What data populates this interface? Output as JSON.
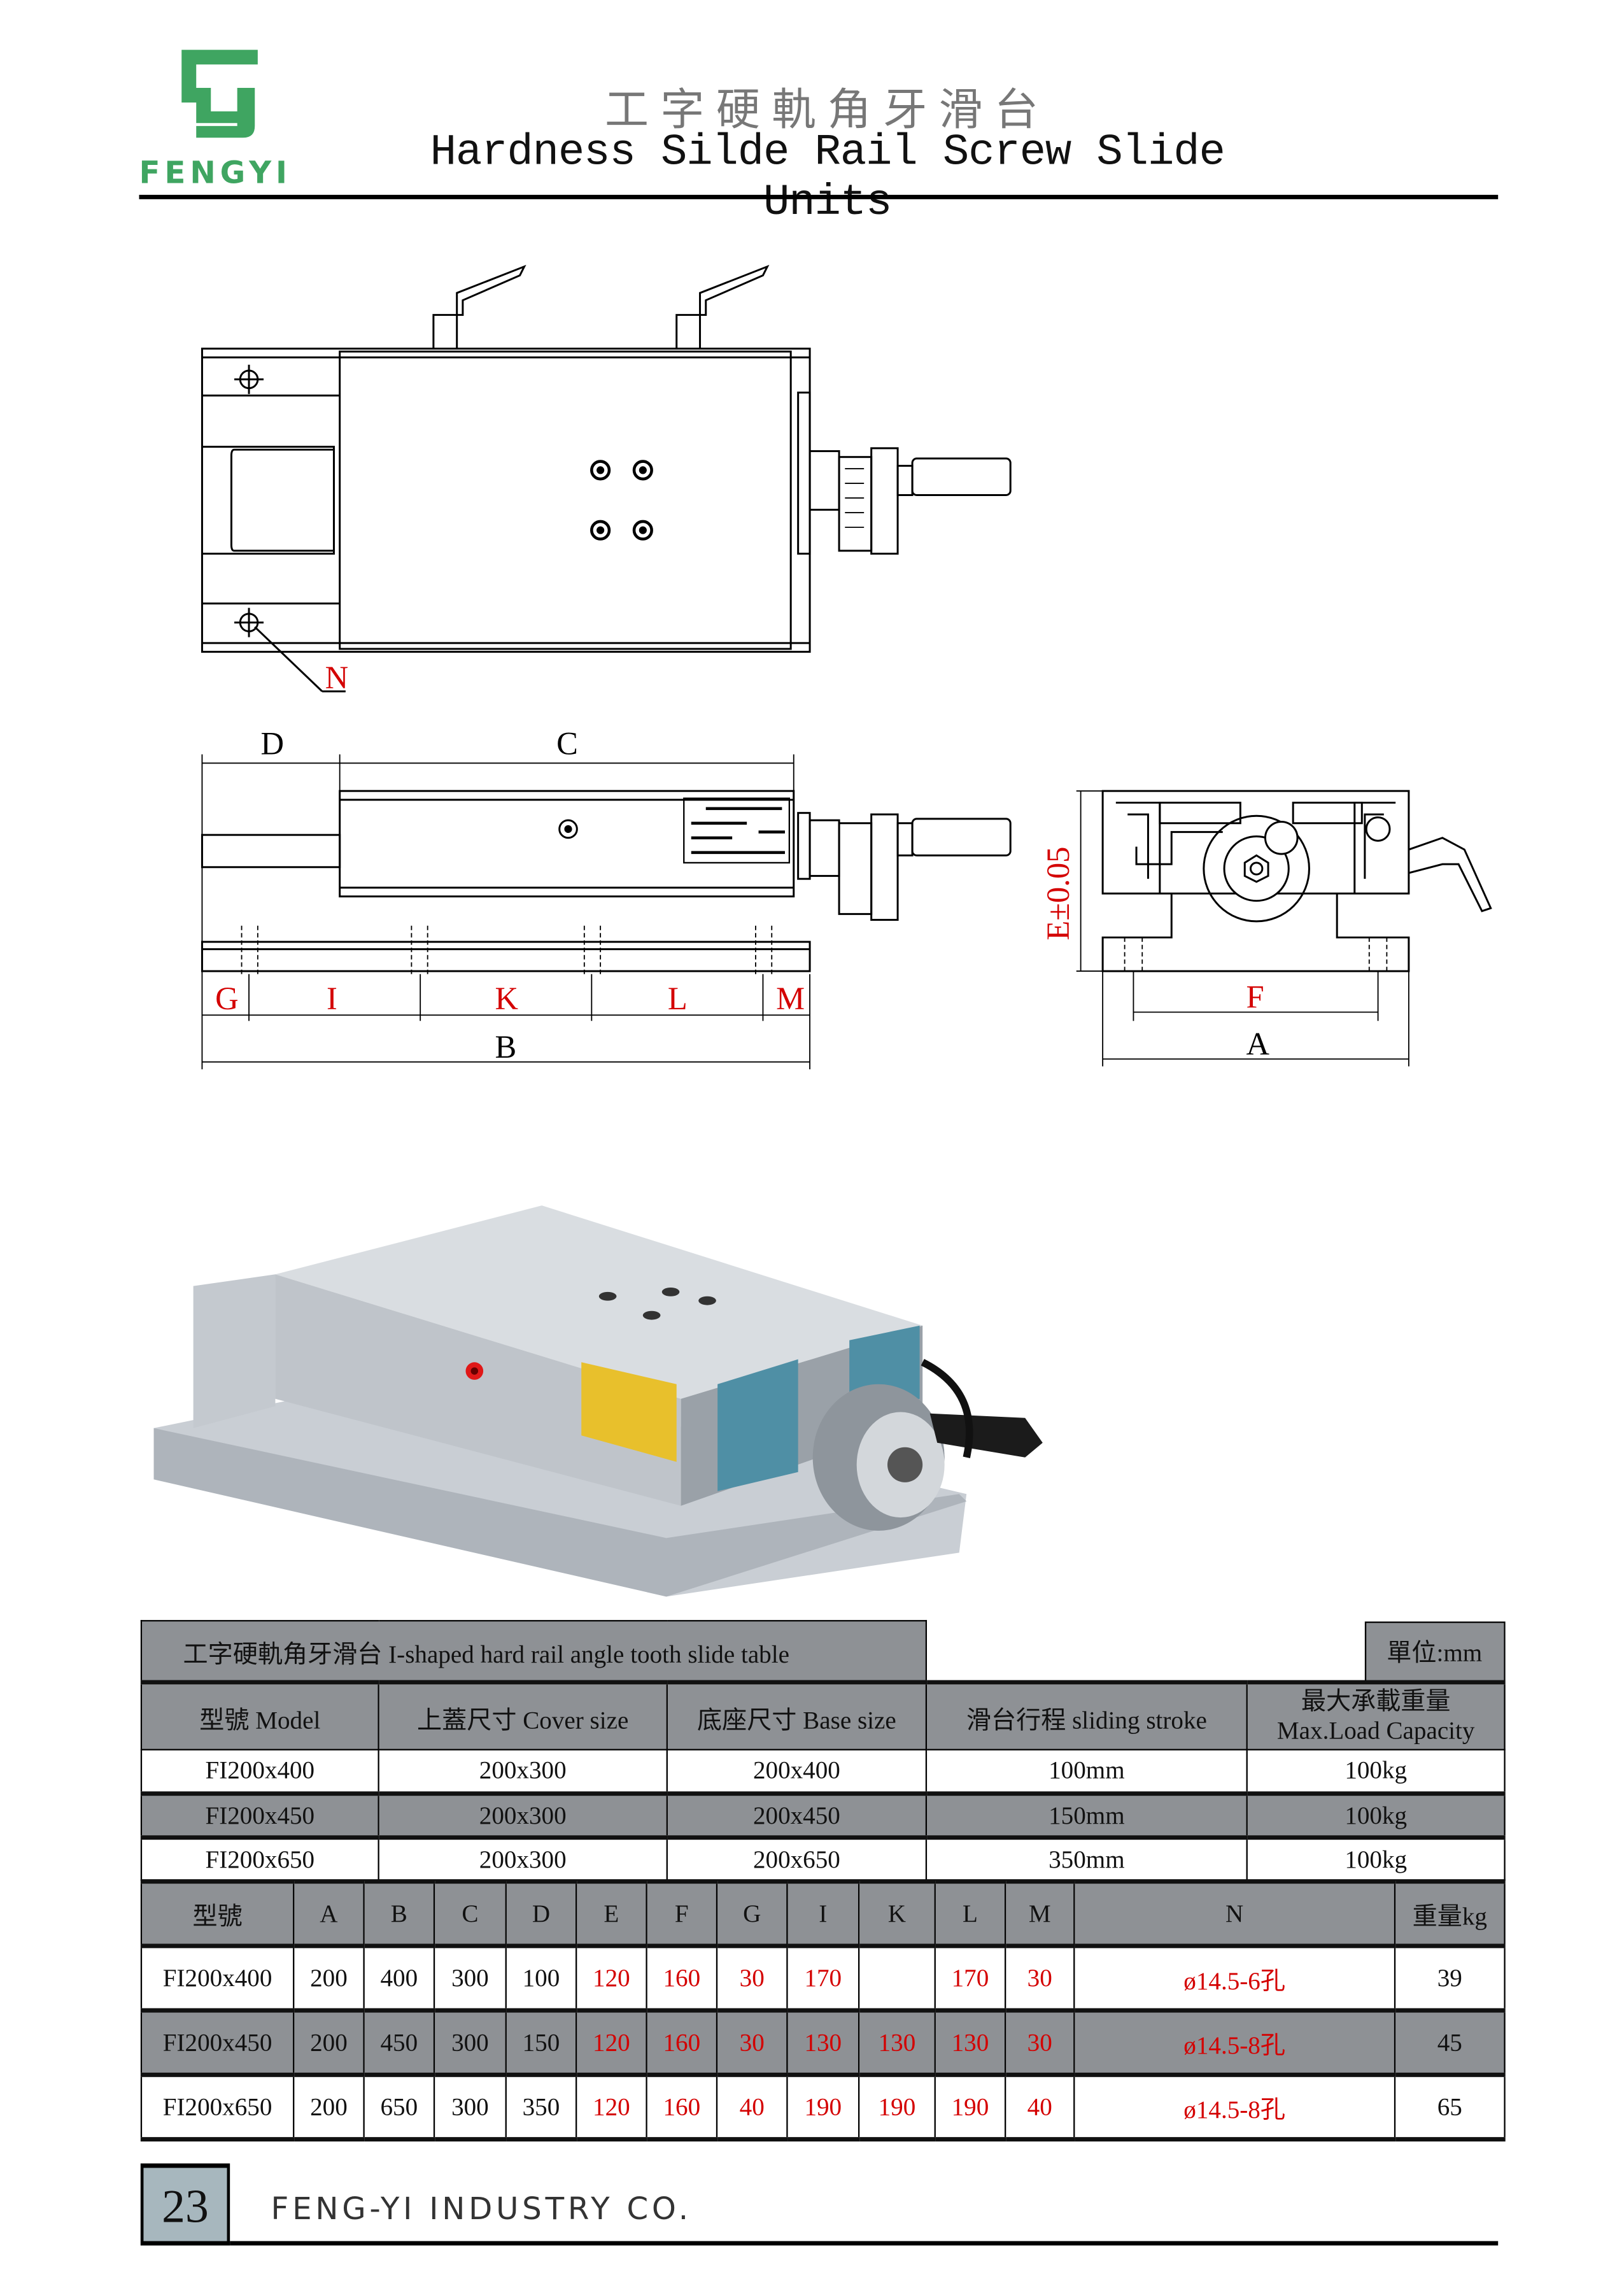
{
  "header": {
    "logo_text": "FENGYI",
    "logo_color": "#3fa561",
    "title_cn": "工字硬軌角牙滑台",
    "title_en": "Hardness Silde Rail Screw Slide Units"
  },
  "drawing": {
    "labels": {
      "N": "N",
      "D": "D",
      "C": "C",
      "G": "G",
      "I": "I",
      "K": "K",
      "L": "L",
      "M": "M",
      "B": "B",
      "E": "E±0.05",
      "F": "F",
      "A": "A"
    },
    "label_color": "#d40000"
  },
  "spec_table": {
    "title": "工字硬軌角牙滑台 I-shaped hard rail angle tooth slide table",
    "unit": "單位:mm",
    "headers": [
      "型號 Model",
      "上蓋尺寸 Cover size",
      "底座尺寸 Base size",
      "滑台行程 sliding stroke"
    ],
    "load_header_cn": "最大承載重量",
    "load_header_en": "Max.Load Capacity",
    "rows": [
      [
        "FI200x400",
        "200x300",
        "200x400",
        "100mm",
        "100kg"
      ],
      [
        "FI200x450",
        "200x300",
        "200x450",
        "150mm",
        "100kg"
      ],
      [
        "FI200x650",
        "200x300",
        "200x650",
        "350mm",
        "100kg"
      ]
    ]
  },
  "dim_table": {
    "headers": [
      "型號",
      "A",
      "B",
      "C",
      "D",
      "E",
      "F",
      "G",
      "I",
      "K",
      "L",
      "M",
      "N",
      "重量kg"
    ],
    "highlight_columns": [
      5,
      6,
      7,
      8,
      9,
      10,
      11,
      12
    ],
    "highlight_color": "#d40000",
    "rows": [
      [
        "FI200x400",
        "200",
        "400",
        "300",
        "100",
        "120",
        "160",
        "30",
        "170",
        "",
        "170",
        "30",
        "ø14.5-6孔",
        "39"
      ],
      [
        "FI200x450",
        "200",
        "450",
        "300",
        "150",
        "120",
        "160",
        "30",
        "130",
        "130",
        "130",
        "30",
        "ø14.5-8孔",
        "45"
      ],
      [
        "FI200x650",
        "200",
        "650",
        "300",
        "350",
        "120",
        "160",
        "40",
        "190",
        "190",
        "190",
        "40",
        "ø14.5-8孔",
        "65"
      ]
    ]
  },
  "footer": {
    "page_number": "23",
    "company": "FENG-YI INDUSTRY CO."
  }
}
